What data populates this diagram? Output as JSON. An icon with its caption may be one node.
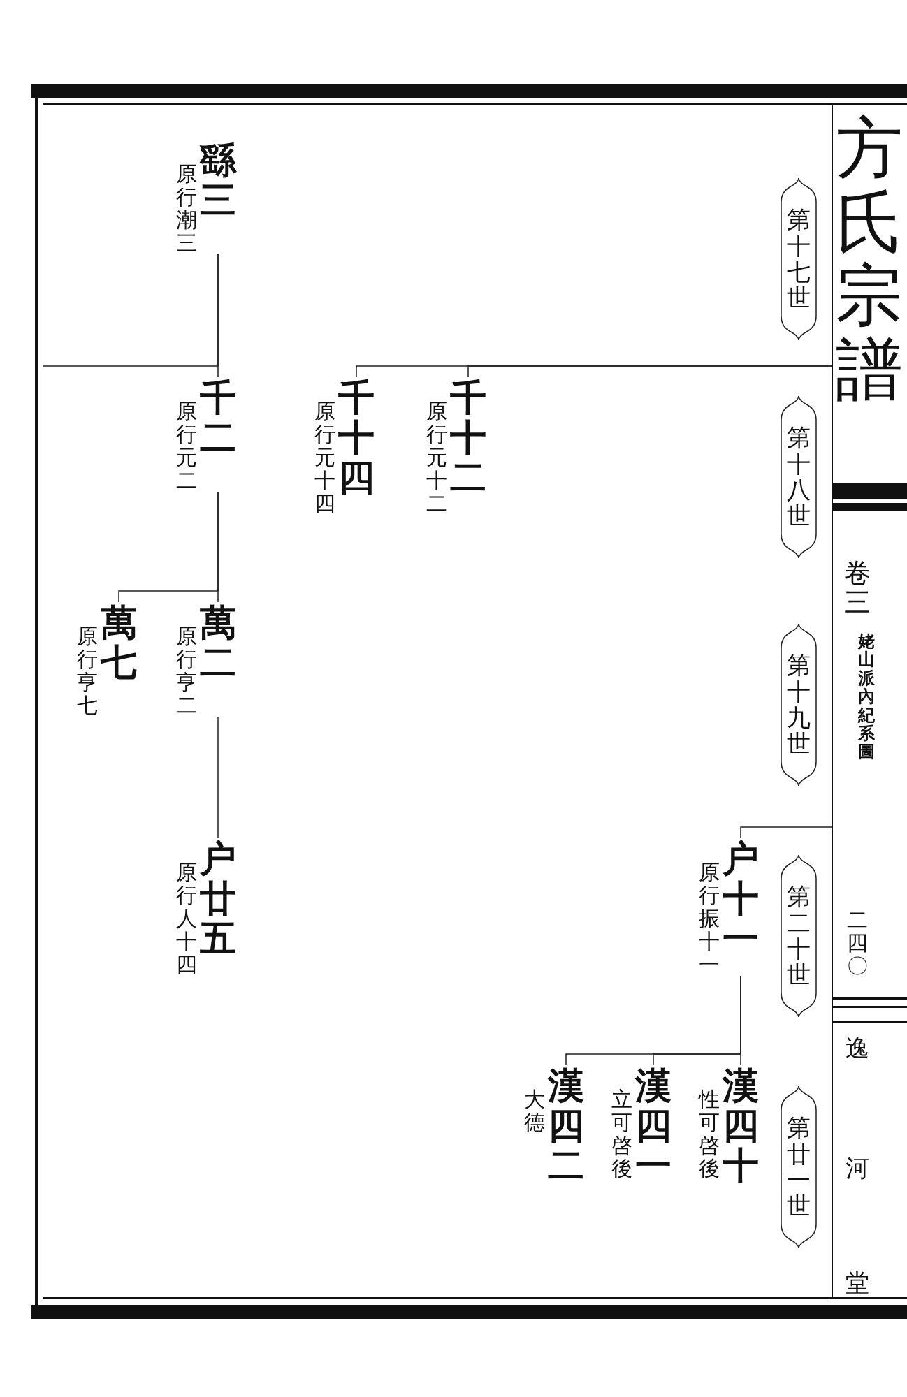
{
  "diagram": {
    "title": "方氏宗譜",
    "nodes": [
      {
        "text": [
          "原行元十二",
          "千十二"
        ]
      },
      {
        "text": [
          "原行元十四",
          "千十四"
        ]
      },
      {
        "text": [
          "原行潮三",
          "繇三"
        ]
      },
      {
        "text": [
          "原行元二",
          "千二"
        ]
      },
      {
        "text": [
          "原行亨二",
          "萬二"
        ]
      },
      {
        "text": [
          "原行亨七",
          "萬七"
        ]
      },
      {
        "text": [
          "原行人十四",
          "户廿五"
        ]
      },
      {
        "text": [
          "原行振十一",
          "户十一"
        ]
      },
      {
        "text": [
          "性可啓後",
          "漢四十"
        ]
      },
      {
        "text": [
          "立可啓後",
          "漢四一"
        ]
      },
      {
        "text": [
          "大德",
          "漢四二"
        ]
      },
      {
        "text": [
          "第十七世"
        ]
      },
      {
        "text": [
          "第十八世"
        ]
      },
      {
        "text": [
          "第十九世"
        ]
      },
      {
        "text": [
          "第二十世"
        ]
      },
      {
        "text": [
          "第廿一世"
        ]
      }
    ],
    "edges": [
      {
        "from": null,
        "to": 0,
        "arrow": "none"
      },
      {
        "from": null,
        "to": 1,
        "arrow": "none"
      },
      {
        "from": 2,
        "to": 3,
        "arrow": "none"
      },
      {
        "from": 2,
        "to": null,
        "arrow": "none"
      },
      {
        "from": 3,
        "to": 4,
        "arrow": "none"
      },
      {
        "from": 3,
        "to": 5,
        "arrow": "none"
      },
      {
        "from": 4,
        "to": 6,
        "arrow": "none"
      },
      {
        "from": null,
        "to": 7,
        "arrow": "none"
      },
      {
        "from": 7,
        "to": 8,
        "arrow": "none"
      },
      {
        "from": 7,
        "to": 9,
        "arrow": "none"
      },
      {
        "from": 7,
        "to": 10,
        "arrow": "none"
      }
    ],
    "labels": [
      "卷三",
      "姥山派內紀系圖",
      "二四〇",
      "逸",
      "河",
      "堂"
    ]
  }
}
